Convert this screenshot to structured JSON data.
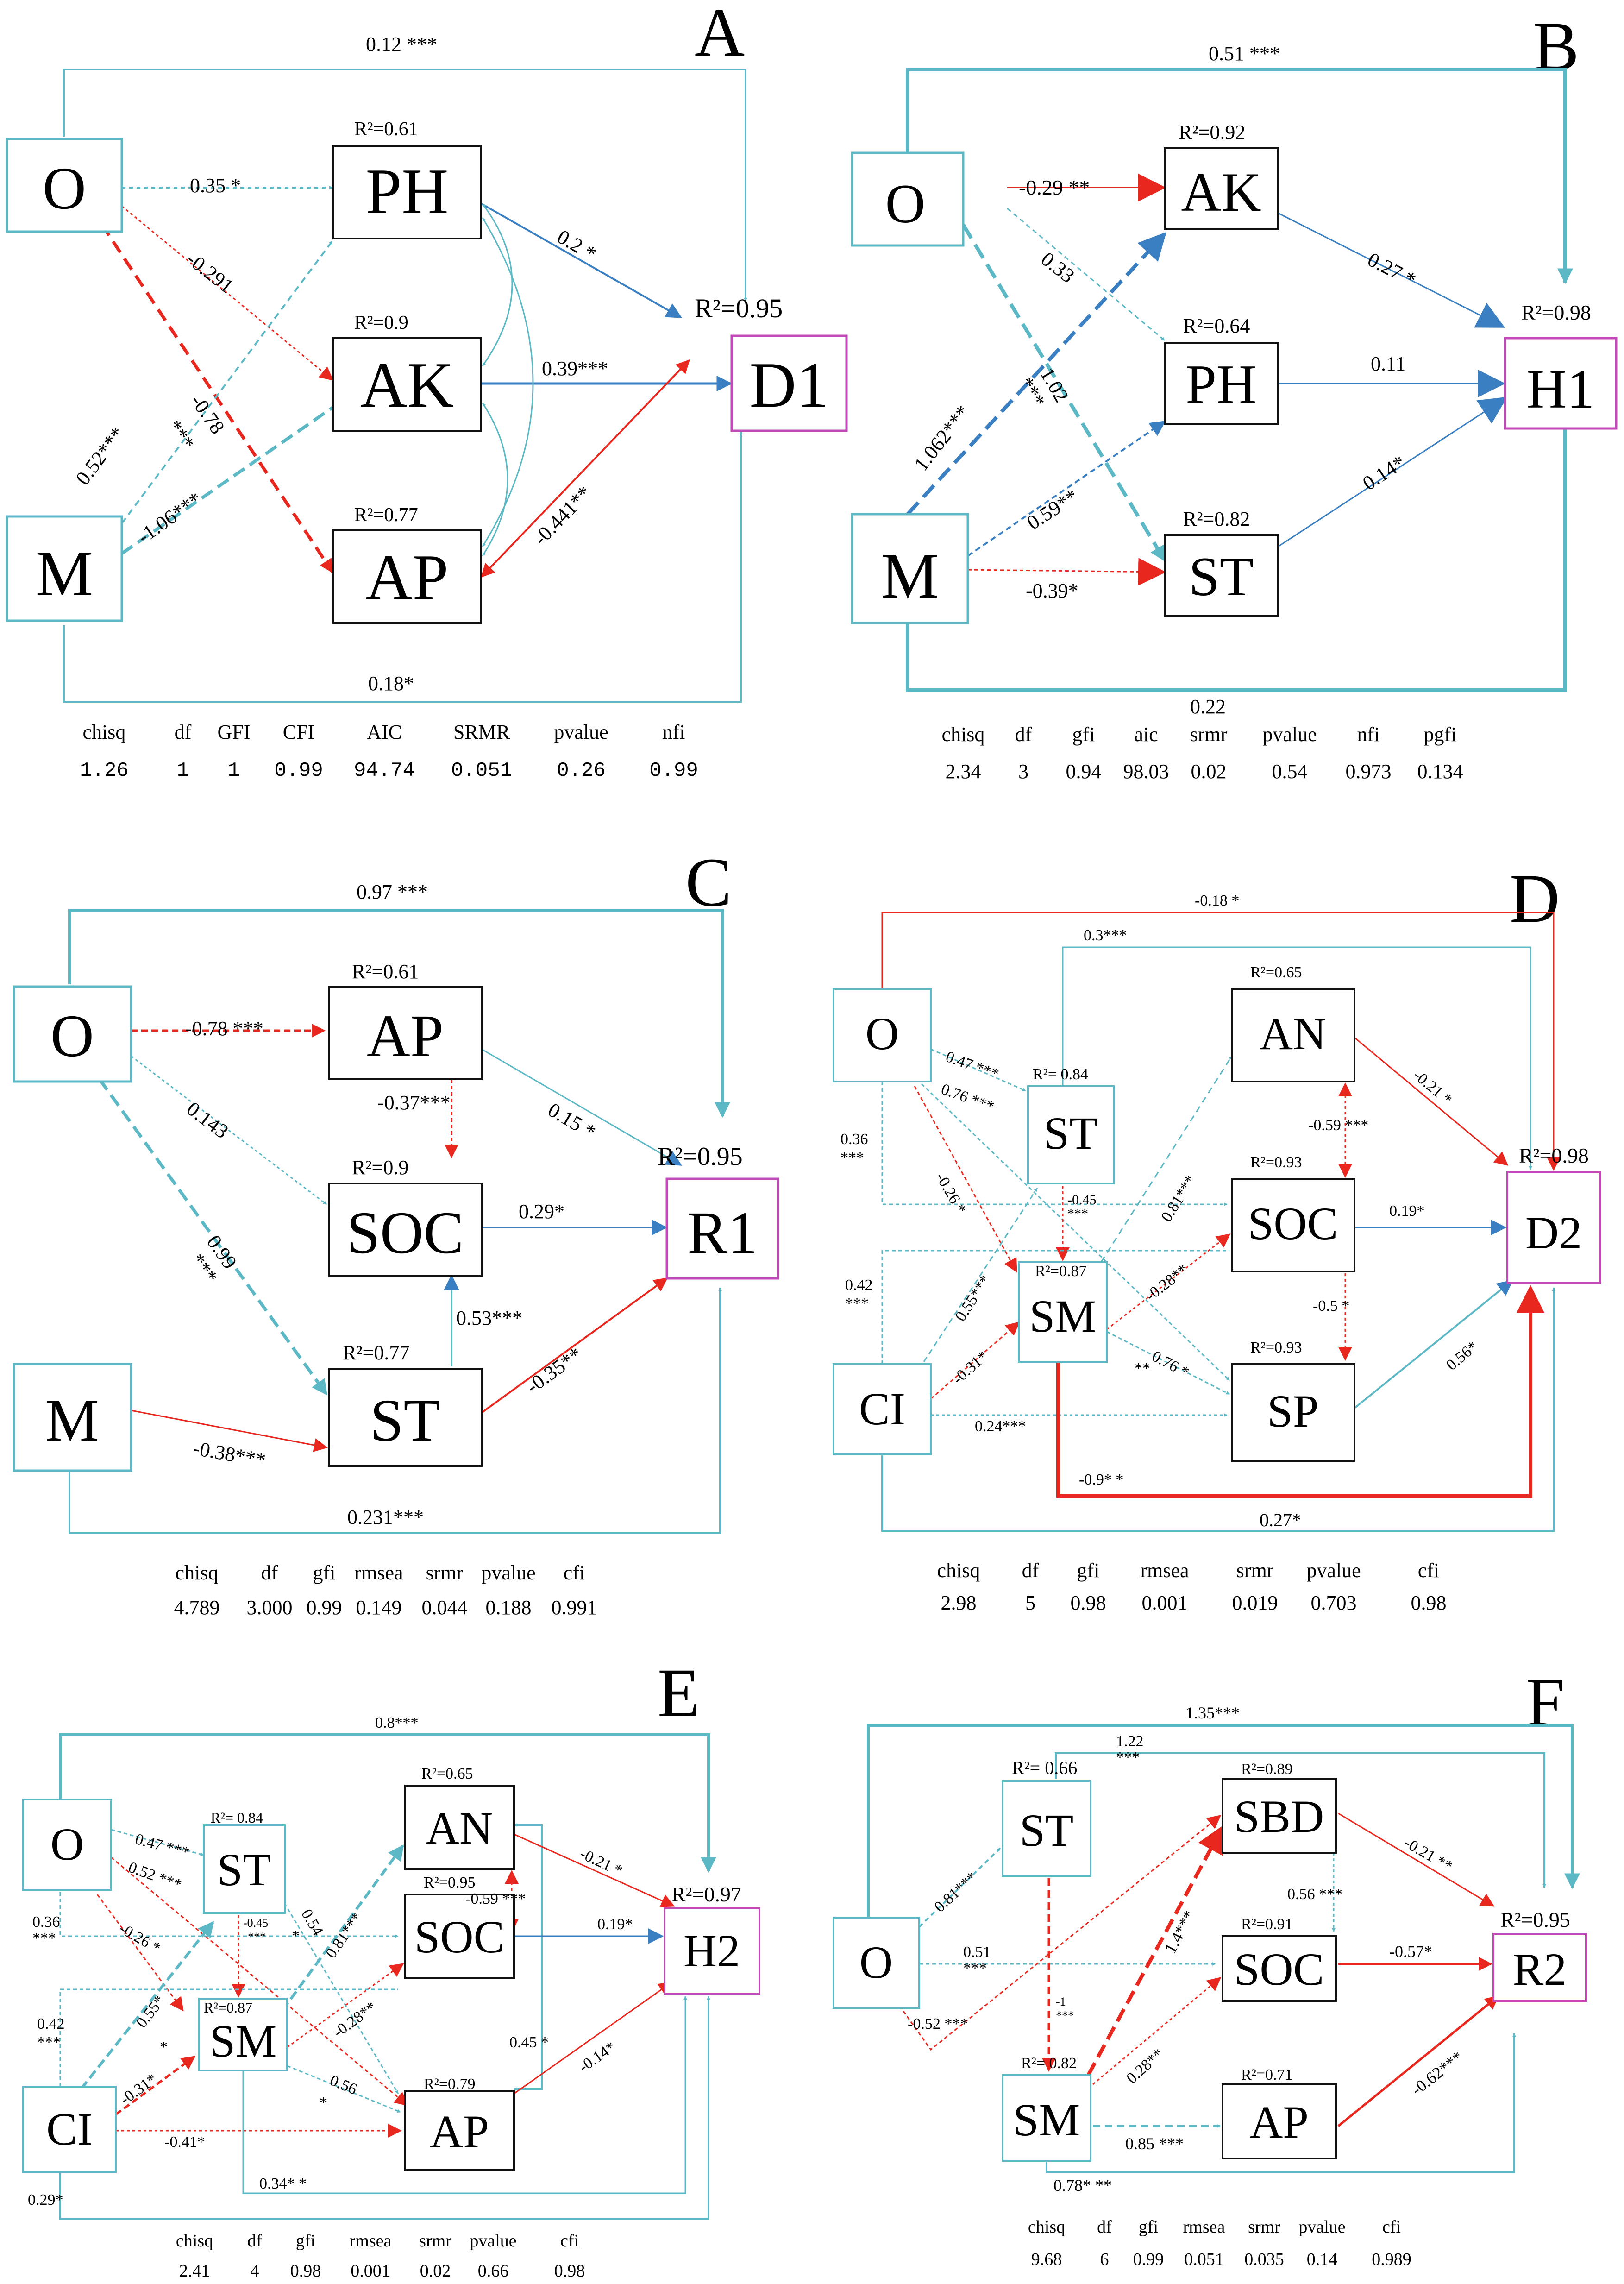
{
  "panels": [
    {
      "letter": "A",
      "nodes": {
        "O": "O",
        "M": "M",
        "PH": "PH",
        "AK": "AK",
        "AP": "AP",
        "D1": "D1"
      },
      "r2": {
        "PH": "R²=0.61",
        "AK": "R²=0.9",
        "AP": "R²=0.77",
        "D1": "R²=0.95"
      },
      "paths": {
        "O_D1": "0.12 ***",
        "O_PH": "0.35 *",
        "O_AK": "-0.291",
        "O_AP": "-0.78",
        "O_AP_sig": "***",
        "M_PH": "0.52***",
        "M_AK": "-1.06***",
        "PH_D1": "0.2 *",
        "AK_D1": "0.39***",
        "AP_D1": "-0.441**",
        "M_D1": "0.18*"
      },
      "stats": {
        "headers": [
          "chisq",
          "df",
          "GFI",
          "CFI",
          "AIC",
          "SRMR",
          "pvalue",
          "nfi"
        ],
        "values": [
          "1.26",
          "1",
          "1",
          "0.99",
          "94.74",
          "0.051",
          "0.26",
          "0.99"
        ]
      }
    },
    {
      "letter": "B",
      "nodes": {
        "O": "O",
        "M": "M",
        "AK": "AK",
        "PH": "PH",
        "ST": "ST",
        "H1": "H1"
      },
      "r2": {
        "AK": "R²=0.92",
        "PH": "R²=0.64",
        "ST": "R²=0.82",
        "H1": "R²=0.98"
      },
      "paths": {
        "O_H1": "0.51 ***",
        "O_AK": "-0.29 **",
        "O_PH": "0.33",
        "O_ST": "1.02",
        "O_ST_sig": "***",
        "M_AK": "1.062***",
        "M_PH": "0.59**",
        "M_ST": "-0.39*",
        "AK_H1": "0.27 *",
        "PH_H1": "0.11",
        "ST_H1": "0.14*",
        "M_H1": "0.22"
      },
      "stats": {
        "headers": [
          "chisq",
          "df",
          "gfi",
          "aic",
          "srmr",
          "pvalue",
          "nfi",
          "pgfi"
        ],
        "values": [
          "2.34",
          "3",
          "0.94",
          "98.03",
          "0.02",
          "0.54",
          "0.973",
          "0.134"
        ]
      }
    },
    {
      "letter": "C",
      "nodes": {
        "O": "O",
        "M": "M",
        "AP": "AP",
        "SOC": "SOC",
        "ST": "ST",
        "R1": "R1"
      },
      "r2": {
        "AP": "R²=0.61",
        "SOC": "R²=0.9",
        "ST": "R²=0.77",
        "R1": "R²=0.95"
      },
      "paths": {
        "O_R1": "0.97 ***",
        "O_AP": "-0.78 ***",
        "O_SOC": "0.143",
        "O_ST": "0.99",
        "O_ST_sig": "***",
        "AP_SOC": "-0.37***",
        "AP_R1": "0.15 *",
        "SOC_R1": "0.29*",
        "ST_SOC": "0.53***",
        "ST_R1": "-0.35**",
        "M_ST": "-0.38***",
        "M_R1": "0.231***"
      },
      "stats": {
        "headers": [
          "chisq",
          "df",
          "gfi",
          "rmsea",
          "srmr",
          "pvalue",
          "cfi"
        ],
        "values": [
          "4.789",
          "3.000",
          "0.99",
          "0.149",
          "0.044",
          "0.188",
          "0.991"
        ]
      }
    },
    {
      "letter": "D",
      "nodes": {
        "O": "O",
        "CI": "CI",
        "ST": "ST",
        "SM": "SM",
        "AN": "AN",
        "SOC": "SOC",
        "SP": "SP",
        "D2": "D2"
      },
      "r2": {
        "ST": "R²= 0.84",
        "SM": "R²=0.87",
        "AN": "R²=0.65",
        "SOC": "R²=0.93",
        "SP": "R²=0.93",
        "D2": "R²=0.98"
      },
      "paths": {
        "O_D2": "-0.18 *",
        "ST_D2": "0.3***",
        "O_ST": "0.47 ***",
        "O_SP": "0.76 ***",
        "O_SOC": "0.36",
        "O_SOC_sig": "***",
        "O_SM": "-0.26 *",
        "ST_SM": "-0.45",
        "ST_SM_sig": "***",
        "SM_AN": "0.81***",
        "SM_SOC": "-0.28**",
        "SM_SP": "0.76 *",
        "SM_SP_sig": "**",
        "AN_SOC": "-0.59 ***",
        "SOC_SP": "-0.5 *",
        "AN_D2": "-0.21 *",
        "SOC_D2": "0.19*",
        "SP_D2": "0.56*",
        "CI_O": "0.42",
        "CI_O_sig": "***",
        "CI_ST": "0.55***",
        "CI_SM": "-0.31*",
        "CI_SP": "0.24***",
        "SM_D2": "-0.9* *",
        "CI_D2": "0.27*"
      },
      "stats": {
        "headers": [
          "chisq",
          "df",
          "gfi",
          "rmsea",
          "srmr",
          "pvalue",
          "cfi"
        ],
        "values": [
          "2.98",
          "5",
          "0.98",
          "0.001",
          "0.019",
          "0.703",
          "0.98"
        ]
      }
    },
    {
      "letter": "E",
      "nodes": {
        "O": "O",
        "CI": "CI",
        "ST": "ST",
        "SM": "SM",
        "AN": "AN",
        "SOC": "SOC",
        "AP": "AP",
        "H2": "H2"
      },
      "r2": {
        "ST": "R²= 0.84",
        "SM": "R²=0.87",
        "AN": "R²=0.65",
        "SOC": "R²=0.95",
        "AP": "R²=0.79",
        "H2": "R²=0.97"
      },
      "paths": {
        "O_H2": "0.8***",
        "O_ST": "0.47 ***",
        "O_SOC": "0.52 ***",
        "O_SM": "-0.26 *",
        "O_CI": "0.36",
        "O_CI_sig": "***",
        "ST_AP": "0.54",
        "ST_AP_sig": "*",
        "ST_SM": "-0.45",
        "ST_SM_sig": "***",
        "SM_AN": "0.81***",
        "SM_SOC": "-0.28**",
        "SM_AP": "0.56",
        "SM_AP_sig": "*",
        "AN_SOC": "-0.59 ***",
        "AN_AP": "0.45 *",
        "AN_H2": "-0.21 *",
        "SOC_H2": "0.19*",
        "AP_H2": "-0.14*",
        "CI_O": "0.42",
        "CI_O_sig": "***",
        "CI_ST": "0.55*",
        "CI_ST_sig": "*",
        "CI_SM": "-0.31*",
        "CI_AP": "-0.41*",
        "SM_H2": "0.34* *",
        "CI_H2": "0.29*"
      },
      "stats": {
        "headers": [
          "chisq",
          "df",
          "gfi",
          "rmsea",
          "srmr",
          "pvalue",
          "cfi"
        ],
        "values": [
          "2.41",
          "4",
          "0.98",
          "0.001",
          "0.02",
          "0.66",
          "0.98"
        ]
      }
    },
    {
      "letter": "F",
      "nodes": {
        "O": "O",
        "ST": "ST",
        "SM": "SM",
        "SBD": "SBD",
        "SOC": "SOC",
        "AP": "AP",
        "R2": "R2"
      },
      "r2": {
        "ST": "R²= 0.66",
        "SM": "R²= 0.82",
        "SBD": "R²=0.89",
        "SOC": "R²=0.91",
        "AP": "R²=0.71",
        "R2": "R²=0.95"
      },
      "paths": {
        "O_R2": "1.35***",
        "ST_R2": "1.22",
        "ST_R2_sig": "***",
        "O_ST": "0.81***",
        "O_SOC": "0.51",
        "O_SOC_sig": "***",
        "O_SBD": "-0.52 ***",
        "ST_SM": "-1",
        "ST_SM_sig": "***",
        "SM_SBD": "1.4***",
        "SM_SOC": "0.28**",
        "SBD_SOC": "0.56 ***",
        "SBD_R2": "-0.21 **",
        "SOC_R2": "-0.57*",
        "AP_R2": "-0.62***",
        "SM_AP": "0.85 ***",
        "SM_R2": "0.78* **"
      },
      "stats": {
        "headers": [
          "chisq",
          "df",
          "gfi",
          "rmsea",
          "srmr",
          "pvalue",
          "cfi"
        ],
        "values": [
          "9.68",
          "6",
          "0.99",
          "0.051",
          "0.035",
          "0.14",
          "0.989"
        ]
      }
    }
  ],
  "colors": {
    "teal": "#5bb8c4",
    "blue": "#3a7fc1",
    "red": "#e8271f",
    "pink": "#c24ab8",
    "black": "#111111"
  }
}
